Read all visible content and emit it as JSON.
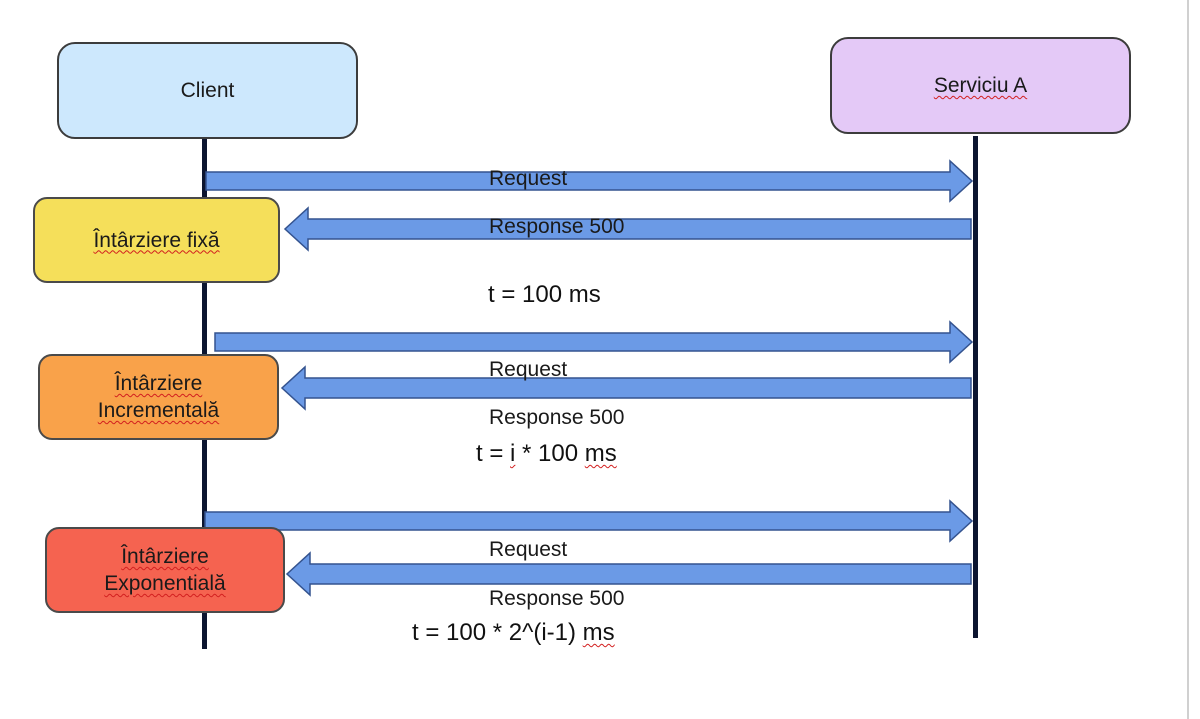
{
  "participants": {
    "client": "Client",
    "service": "Serviciu A"
  },
  "strategies": [
    {
      "id": "fixed",
      "name_lines": [
        "Întârziere fixă"
      ],
      "color": "#f5df5a",
      "request_label": "Request",
      "response_label": "Response 500",
      "formula_parts": [
        "t = 100 ms"
      ]
    },
    {
      "id": "incremental",
      "name_lines": [
        "Întârziere",
        "Incrementală"
      ],
      "color": "#f9a24a",
      "request_label": "Request",
      "response_label": "Response 500",
      "formula_parts": [
        "t = ",
        "i",
        " * 100 ",
        "ms"
      ]
    },
    {
      "id": "exponential",
      "name_lines": [
        "Întârziere",
        "Exponentială"
      ],
      "color": "#f56350",
      "request_label": "Request",
      "response_label": "Response 500",
      "formula_parts": [
        "t = 100 * 2^(i-1) ",
        "ms"
      ]
    }
  ],
  "colors": {
    "client_box": "#cde8fd",
    "service_box": "#e4c9f7",
    "arrow_fill": "#6b9ae6",
    "arrow_stroke": "#34538f",
    "lifeline": "#0c1530",
    "spellcheck_underline": "#d21f1f"
  }
}
